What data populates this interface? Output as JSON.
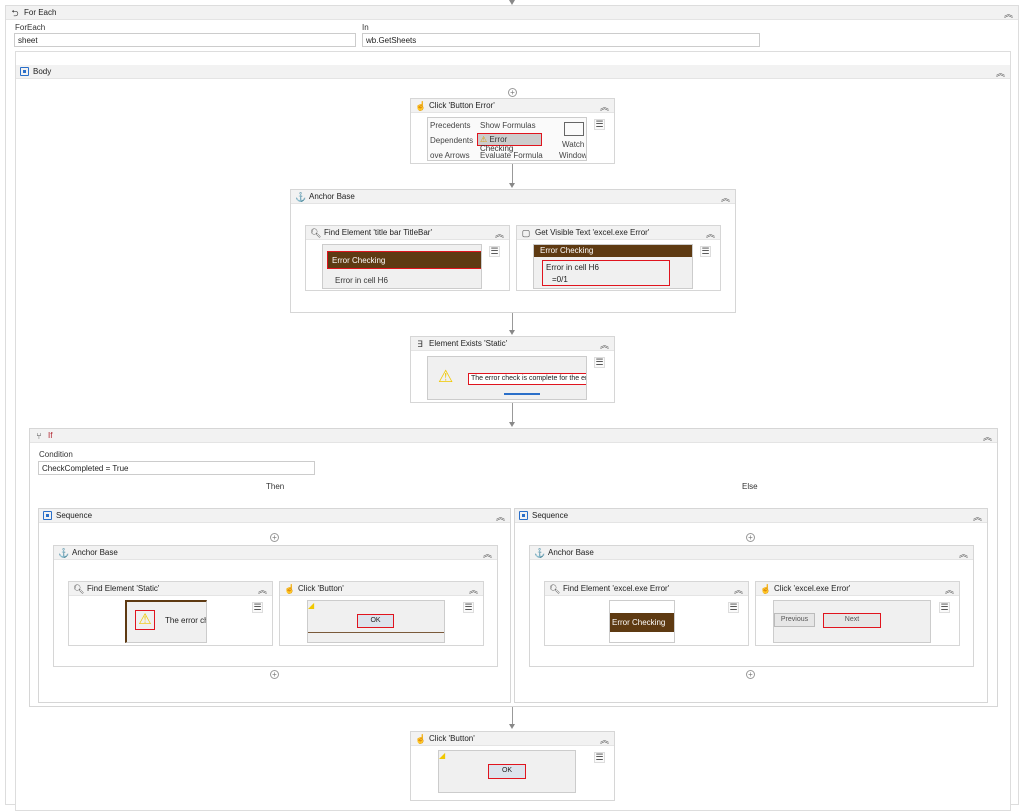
{
  "foreach": {
    "title": "For Each",
    "foreach_label": "ForEach",
    "foreach_value": "sheet",
    "in_label": "In",
    "in_value": "wb.GetSheets",
    "body_title": "Body"
  },
  "click_button_error": {
    "title": "Click 'Button Error'",
    "thumb": {
      "precedents": "Precedents",
      "show_formulas": "Show Formulas",
      "dependents": "Dependents",
      "error_checking": "Error Checking",
      "arrows": "ove Arrows",
      "evaluate": "Evaluate Formula",
      "watch": "Watch",
      "window": "Window"
    }
  },
  "anchor_base_1": {
    "title": "Anchor Base",
    "find_element": {
      "title": "Find Element 'title bar  TitleBar'",
      "thumb_title": "Error Checking",
      "thumb_text": "Error in cell H6"
    },
    "get_visible_text": {
      "title": "Get Visible Text 'excel.exe Error'",
      "thumb_title": "Error Checking",
      "thumb_text": "Error in cell H6",
      "thumb_formula": "=0/1"
    }
  },
  "element_exists": {
    "title": "Element Exists 'Static'",
    "thumb_text": "The error check is complete for the entire"
  },
  "if_block": {
    "title": "If",
    "condition_label": "Condition",
    "condition_value": "CheckCompleted = True",
    "then_label": "Then",
    "else_label": "Else",
    "then": {
      "sequence_title": "Sequence",
      "anchor_title": "Anchor Base",
      "find_title": "Find Element 'Static'",
      "find_thumb_text": "The error chec",
      "click_title": "Click 'Button'",
      "click_thumb_button": "OK"
    },
    "else": {
      "sequence_title": "Sequence",
      "anchor_title": "Anchor Base",
      "find_title": "Find Element 'excel.exe Error'",
      "find_thumb_text": "Error Checking",
      "click_title": "Click 'excel.exe Error'",
      "click_prev": "Previous",
      "click_next": "Next"
    }
  },
  "click_button_final": {
    "title": "Click 'Button'",
    "thumb_button": "OK"
  },
  "icons": {
    "collapse": "⌃",
    "menu": "☰",
    "plus": "+"
  }
}
